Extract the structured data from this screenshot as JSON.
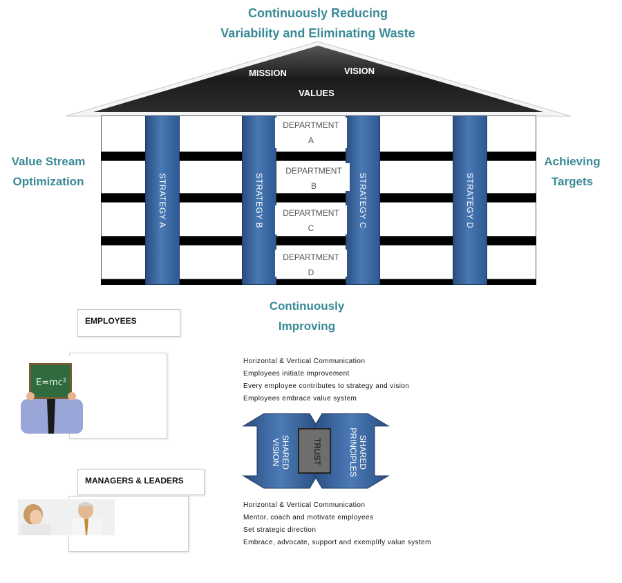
{
  "top_title": [
    "Continuously Reducing",
    "Variability and Eliminating Waste"
  ],
  "roof": {
    "mission": "MISSION",
    "vision": "VISION",
    "values": "VALUES"
  },
  "left_label": [
    "Value Stream",
    "Optimization"
  ],
  "right_label": [
    "Achieving",
    "Targets"
  ],
  "bottom_label": [
    "Continuously",
    "Improving"
  ],
  "strategies": [
    "STRATEGY A",
    "STRATEGY B",
    "STRATEGY C",
    "STRATEGY D"
  ],
  "departments": [
    {
      "line1": "DEPARTMENT",
      "line2": "A"
    },
    {
      "line1": "DEPARTMENT",
      "line2": "B"
    },
    {
      "line1": "DEPARTMENT",
      "line2": "C"
    },
    {
      "line1": "DEPARTMENT",
      "line2": "D"
    }
  ],
  "employees": {
    "label": "EMPLOYEES",
    "chalkboard_text": "E=mc²",
    "bullets": [
      "Horizontal & Vertical Communication",
      "Employees initiate improvement",
      "Every employee contributes to strategy and vision",
      "Employees embrace value system"
    ]
  },
  "shared": {
    "vision": [
      "SHARED",
      "VISION"
    ],
    "trust": "TRUST",
    "principles": [
      "SHARED",
      "PRINCIPLES"
    ]
  },
  "managers": {
    "label": "MANAGERS & LEADERS",
    "bullets": [
      "Horizontal & Vertical Communication",
      "Mentor, coach and motivate employees",
      "Set strategic direction",
      "Embrace, advocate, support and exemplify value system"
    ]
  },
  "colors": {
    "teal": "#3a8a96",
    "pillar_blue": "#3a64a0",
    "roof_dark": "#222222"
  }
}
